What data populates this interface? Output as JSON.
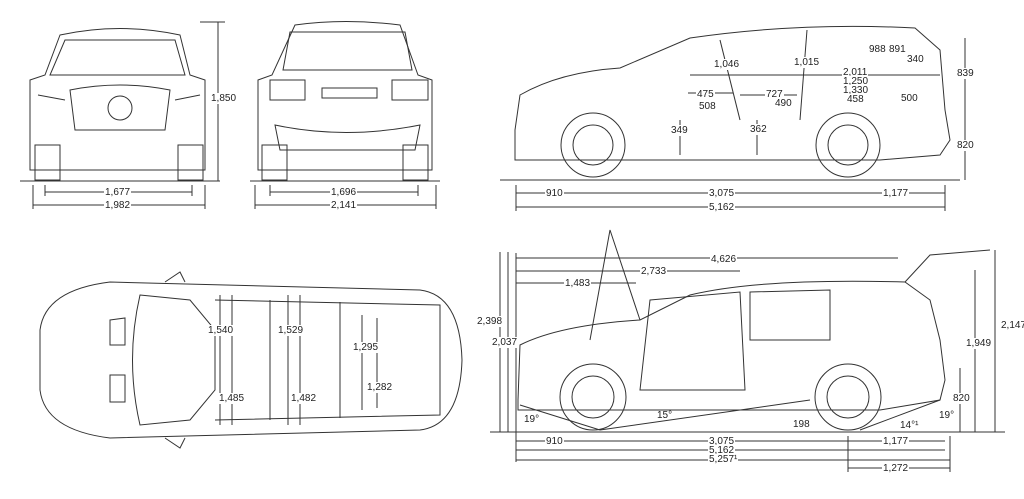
{
  "front_view": {
    "height": "1,850",
    "track": "1,677",
    "width": "1,982"
  },
  "rear_view": {
    "track": "1,696",
    "width_mirrors": "2,141"
  },
  "top_view": {
    "front_shoulder": "1,540",
    "front_hip": "1,485",
    "mid_shoulder": "1,529",
    "mid_hip": "1,482",
    "rear_shoulder": "1,295",
    "rear_hip": "1,282"
  },
  "interior_side_view": {
    "front_overhang": "910",
    "wheelbase": "3,075",
    "rear_overhang": "1,177",
    "length": "5,162",
    "upper_height": "839",
    "lower_height": "820",
    "front_headroom": "1,046",
    "mid_headroom": "1,015",
    "rear_headroom_a": "988",
    "rear_headroom_b": "891",
    "cargo_340": "340",
    "cargo_2011": "2,011",
    "cargo_1250": "1,250",
    "cargo_1330": "1,330",
    "front_legroom_475": "475",
    "mid_legroom_727": "727",
    "front_seat_508": "508",
    "mid_seat_490": "490",
    "rear_seat_458": "458",
    "rear_500": "500",
    "front_seat_height": "349",
    "mid_seat_height": "362"
  },
  "exterior_side_view": {
    "open_length": "4,626",
    "to_b_pillar": "2,733",
    "hood_reach": "1,483",
    "hood_open_height": "2,398",
    "height_2037": "2,037",
    "tailgate_open_height": "2,147",
    "height_1949": "1,949",
    "load_height": "820",
    "approach_angle": "19°",
    "ramp_angle": "15°",
    "ground_clearance": "198",
    "departure_angle_14": "14°¹",
    "departure_angle_19": "19°",
    "front_overhang": "910",
    "wheelbase": "3,075",
    "rear_overhang": "1,177",
    "length": "5,162",
    "length_with_hitch": "5,257¹",
    "rear_with_hitch": "1,272"
  }
}
